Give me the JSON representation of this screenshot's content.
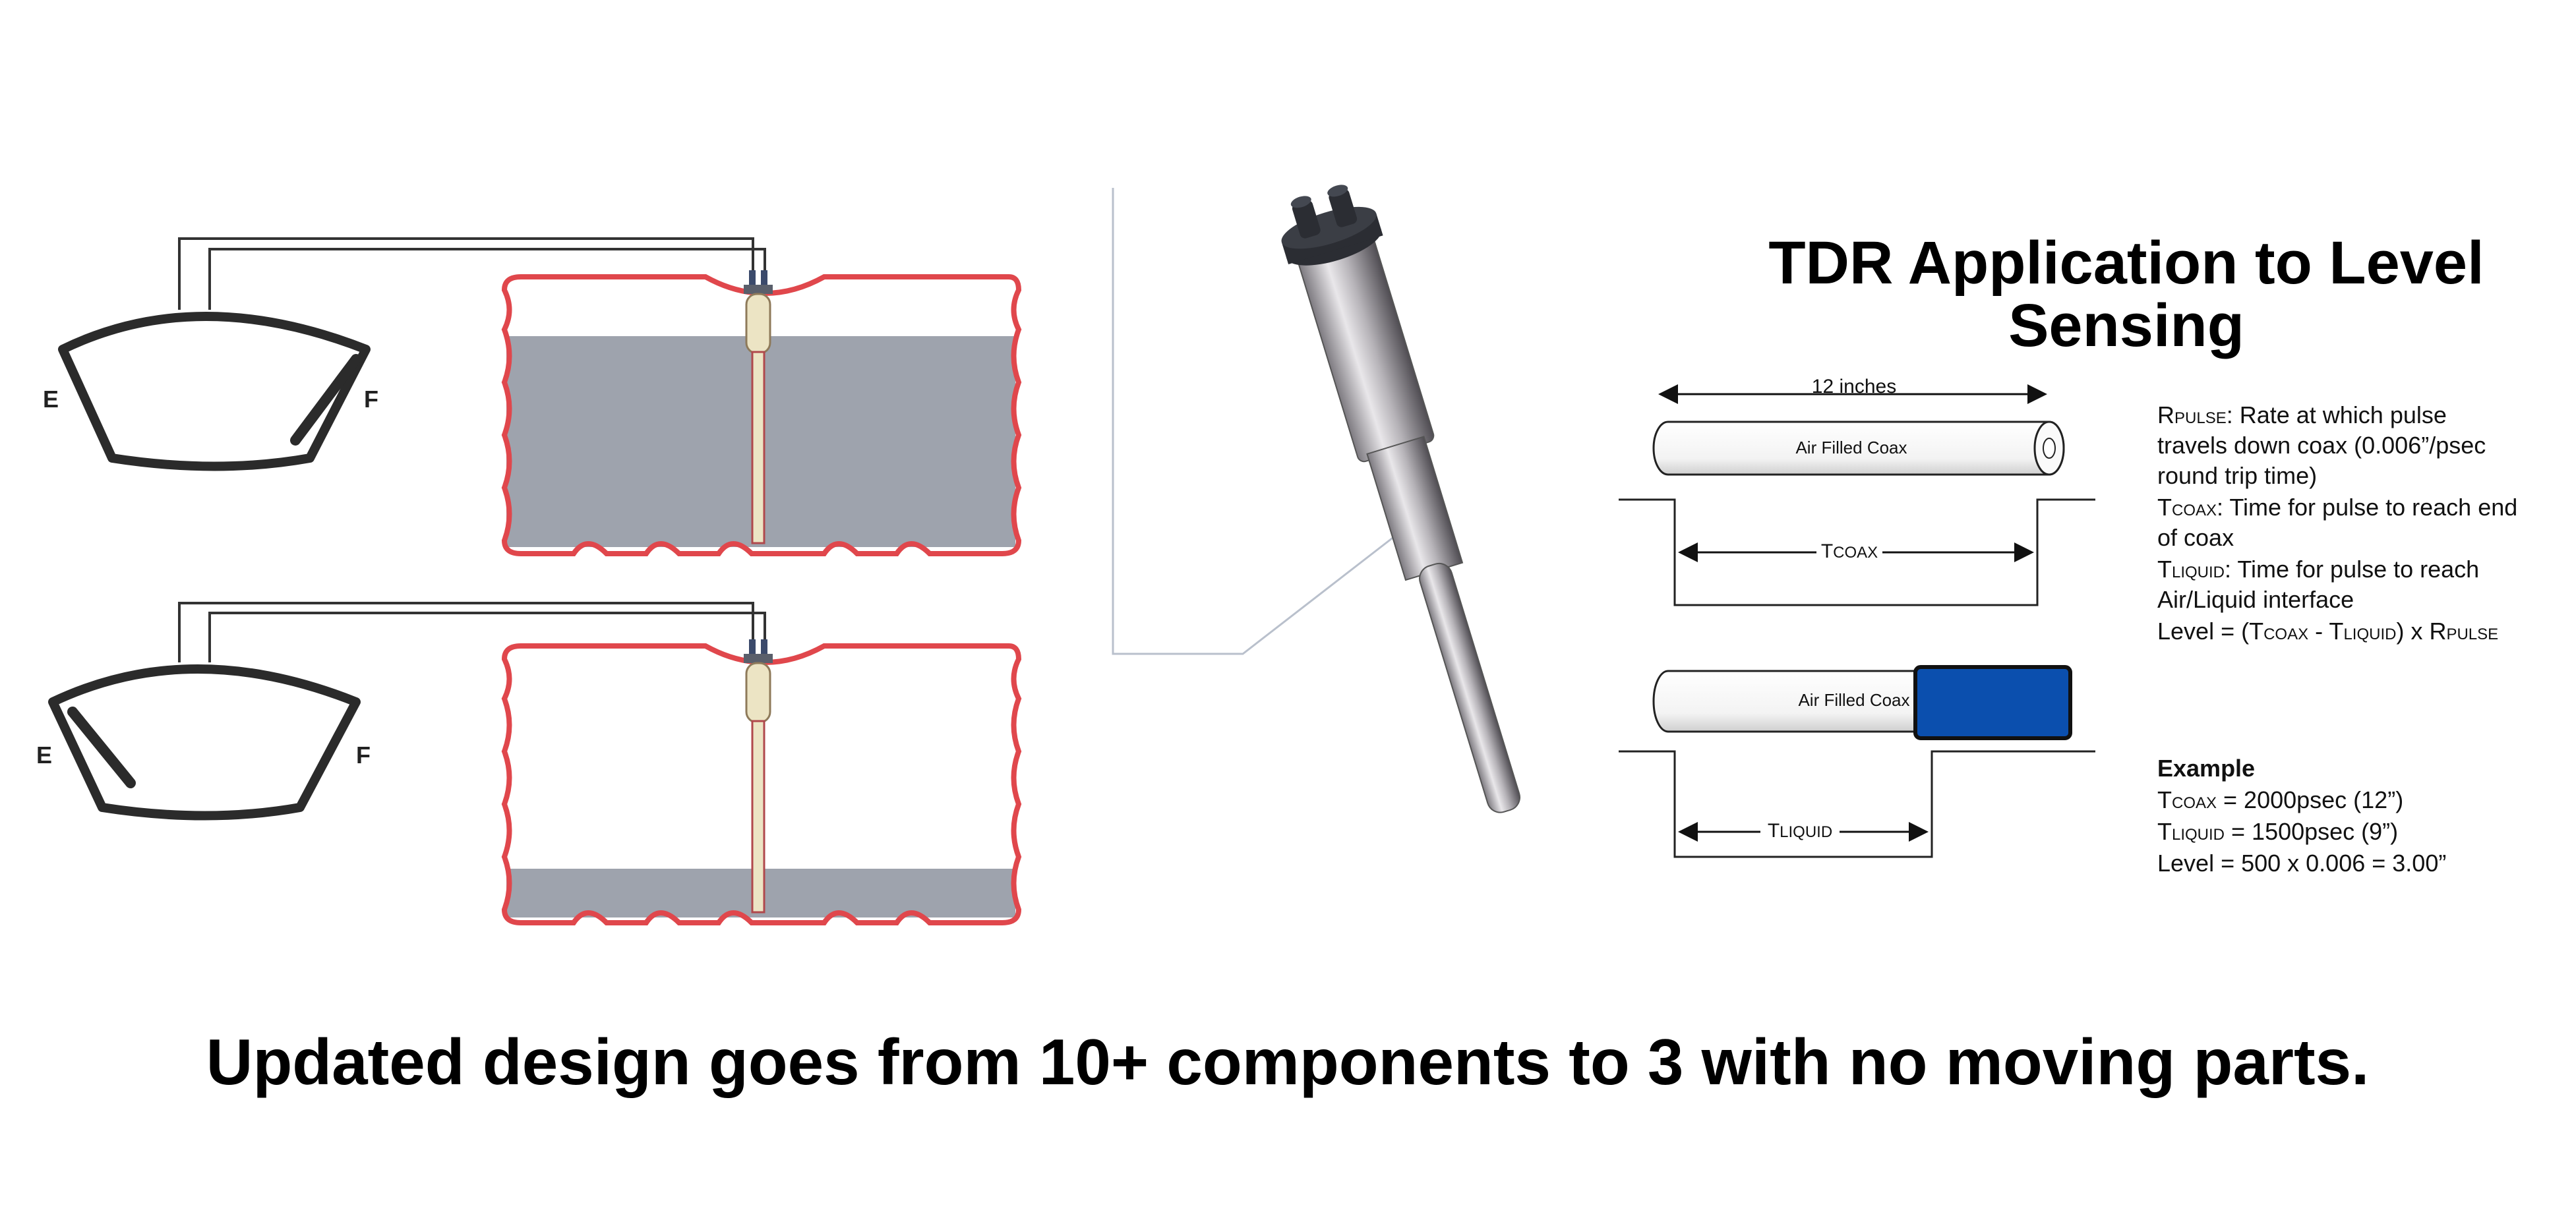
{
  "gauges": [
    {
      "empty_label": "E",
      "full_label": "F",
      "needle_position": "full"
    },
    {
      "empty_label": "E",
      "full_label": "F",
      "needle_position": "empty"
    }
  ],
  "tanks": [
    {
      "fill_level": 0.78
    },
    {
      "fill_level": 0.18
    }
  ],
  "title": {
    "line1": "TDR Application to Level",
    "line2": "Sensing"
  },
  "coax_top": {
    "length_label": "12 inches",
    "label": "Air Filled Coax",
    "pulse_label": "T",
    "pulse_sub": "COAX"
  },
  "coax_bottom": {
    "label": "Air Filled Coax",
    "pulse_label": "T",
    "pulse_sub": "LIQUID"
  },
  "definitions": {
    "rpulse_main": "R",
    "rpulse_sub": "PULSE",
    "rpulse_l1": ": Rate at which pulse",
    "rpulse_l2": "travels down coax (0.006”/psec",
    "rpulse_l3": "round trip time)",
    "tcoax_main": "T",
    "tcoax_sub": "COAX",
    "tcoax_l1": ": Time for pulse to reach end",
    "tcoax_l2": "of coax",
    "tliquid_main": "T",
    "tliquid_sub": "LIQUID",
    "tliquid_l1": ": Time for pulse to reach",
    "tliquid_l2": "Air/Liquid interface",
    "level_prefix": "Level = (T",
    "level_sub1": "COAX",
    "level_mid": " - T",
    "level_sub2": "LIQUID",
    "level_mid2": ") x R",
    "level_sub3": "PULSE"
  },
  "example": {
    "heading": "Example",
    "tcoax_main": "T",
    "tcoax_sub": "COAX",
    "tcoax_value": " = 2000psec (12”)",
    "tliquid_main": "T",
    "tliquid_sub": "LIQUID",
    "tliquid_value": " = 1500psec (9”)",
    "level_line": "Level = 500 x 0.006 = 3.00”"
  },
  "caption": "Updated design goes from 10+ components to 3 with no moving parts.",
  "colors": {
    "tank_outline": "#e0474c",
    "liquid": "#9ea3ad",
    "probe": "#ece4c4",
    "coax_blue": "#0b4fae",
    "gauge": "#2b2b2b"
  }
}
